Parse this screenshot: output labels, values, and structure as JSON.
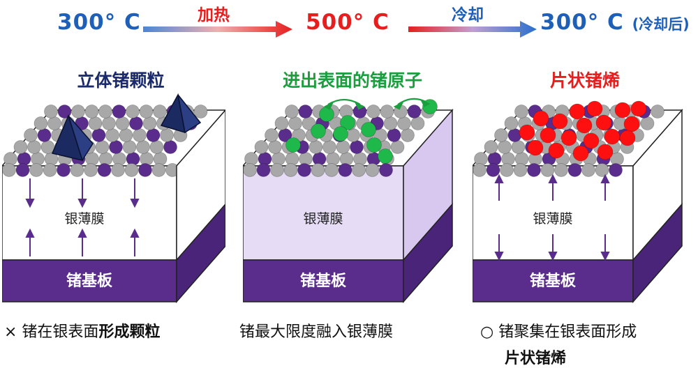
{
  "header": {
    "temp_start": "300° C",
    "temp_mid": "500° C",
    "temp_end": "300° C",
    "temp_end_note": "(冷却后)",
    "heat_label": "加热",
    "cool_label": "冷却"
  },
  "panels": [
    {
      "heading": "立体锗颗粒",
      "film_label": "银薄膜",
      "substrate_label": "锗基板",
      "caption_mark": "×",
      "caption_plain": " 锗在银表面",
      "caption_bold": "形成颗粒"
    },
    {
      "heading": "进出表面的锗原子",
      "film_label": "银薄膜",
      "substrate_label": "锗基板",
      "caption_plain": "锗最大限度融入银薄膜"
    },
    {
      "heading": "片状锗烯",
      "film_label": "银薄膜",
      "substrate_label": "锗基板",
      "caption_mark": "○",
      "caption_plain": " 锗聚集在银表面形成",
      "caption_bold": "片状锗烯"
    }
  ],
  "colors": {
    "blue": "#1e5fb8",
    "red": "#e81e1e",
    "green": "#1a9e3e",
    "navy": "#1a2a6c",
    "purple": "#5a2d8c",
    "silver_atom": "#a8a8a8",
    "film_tint": "#e6dcf5"
  }
}
